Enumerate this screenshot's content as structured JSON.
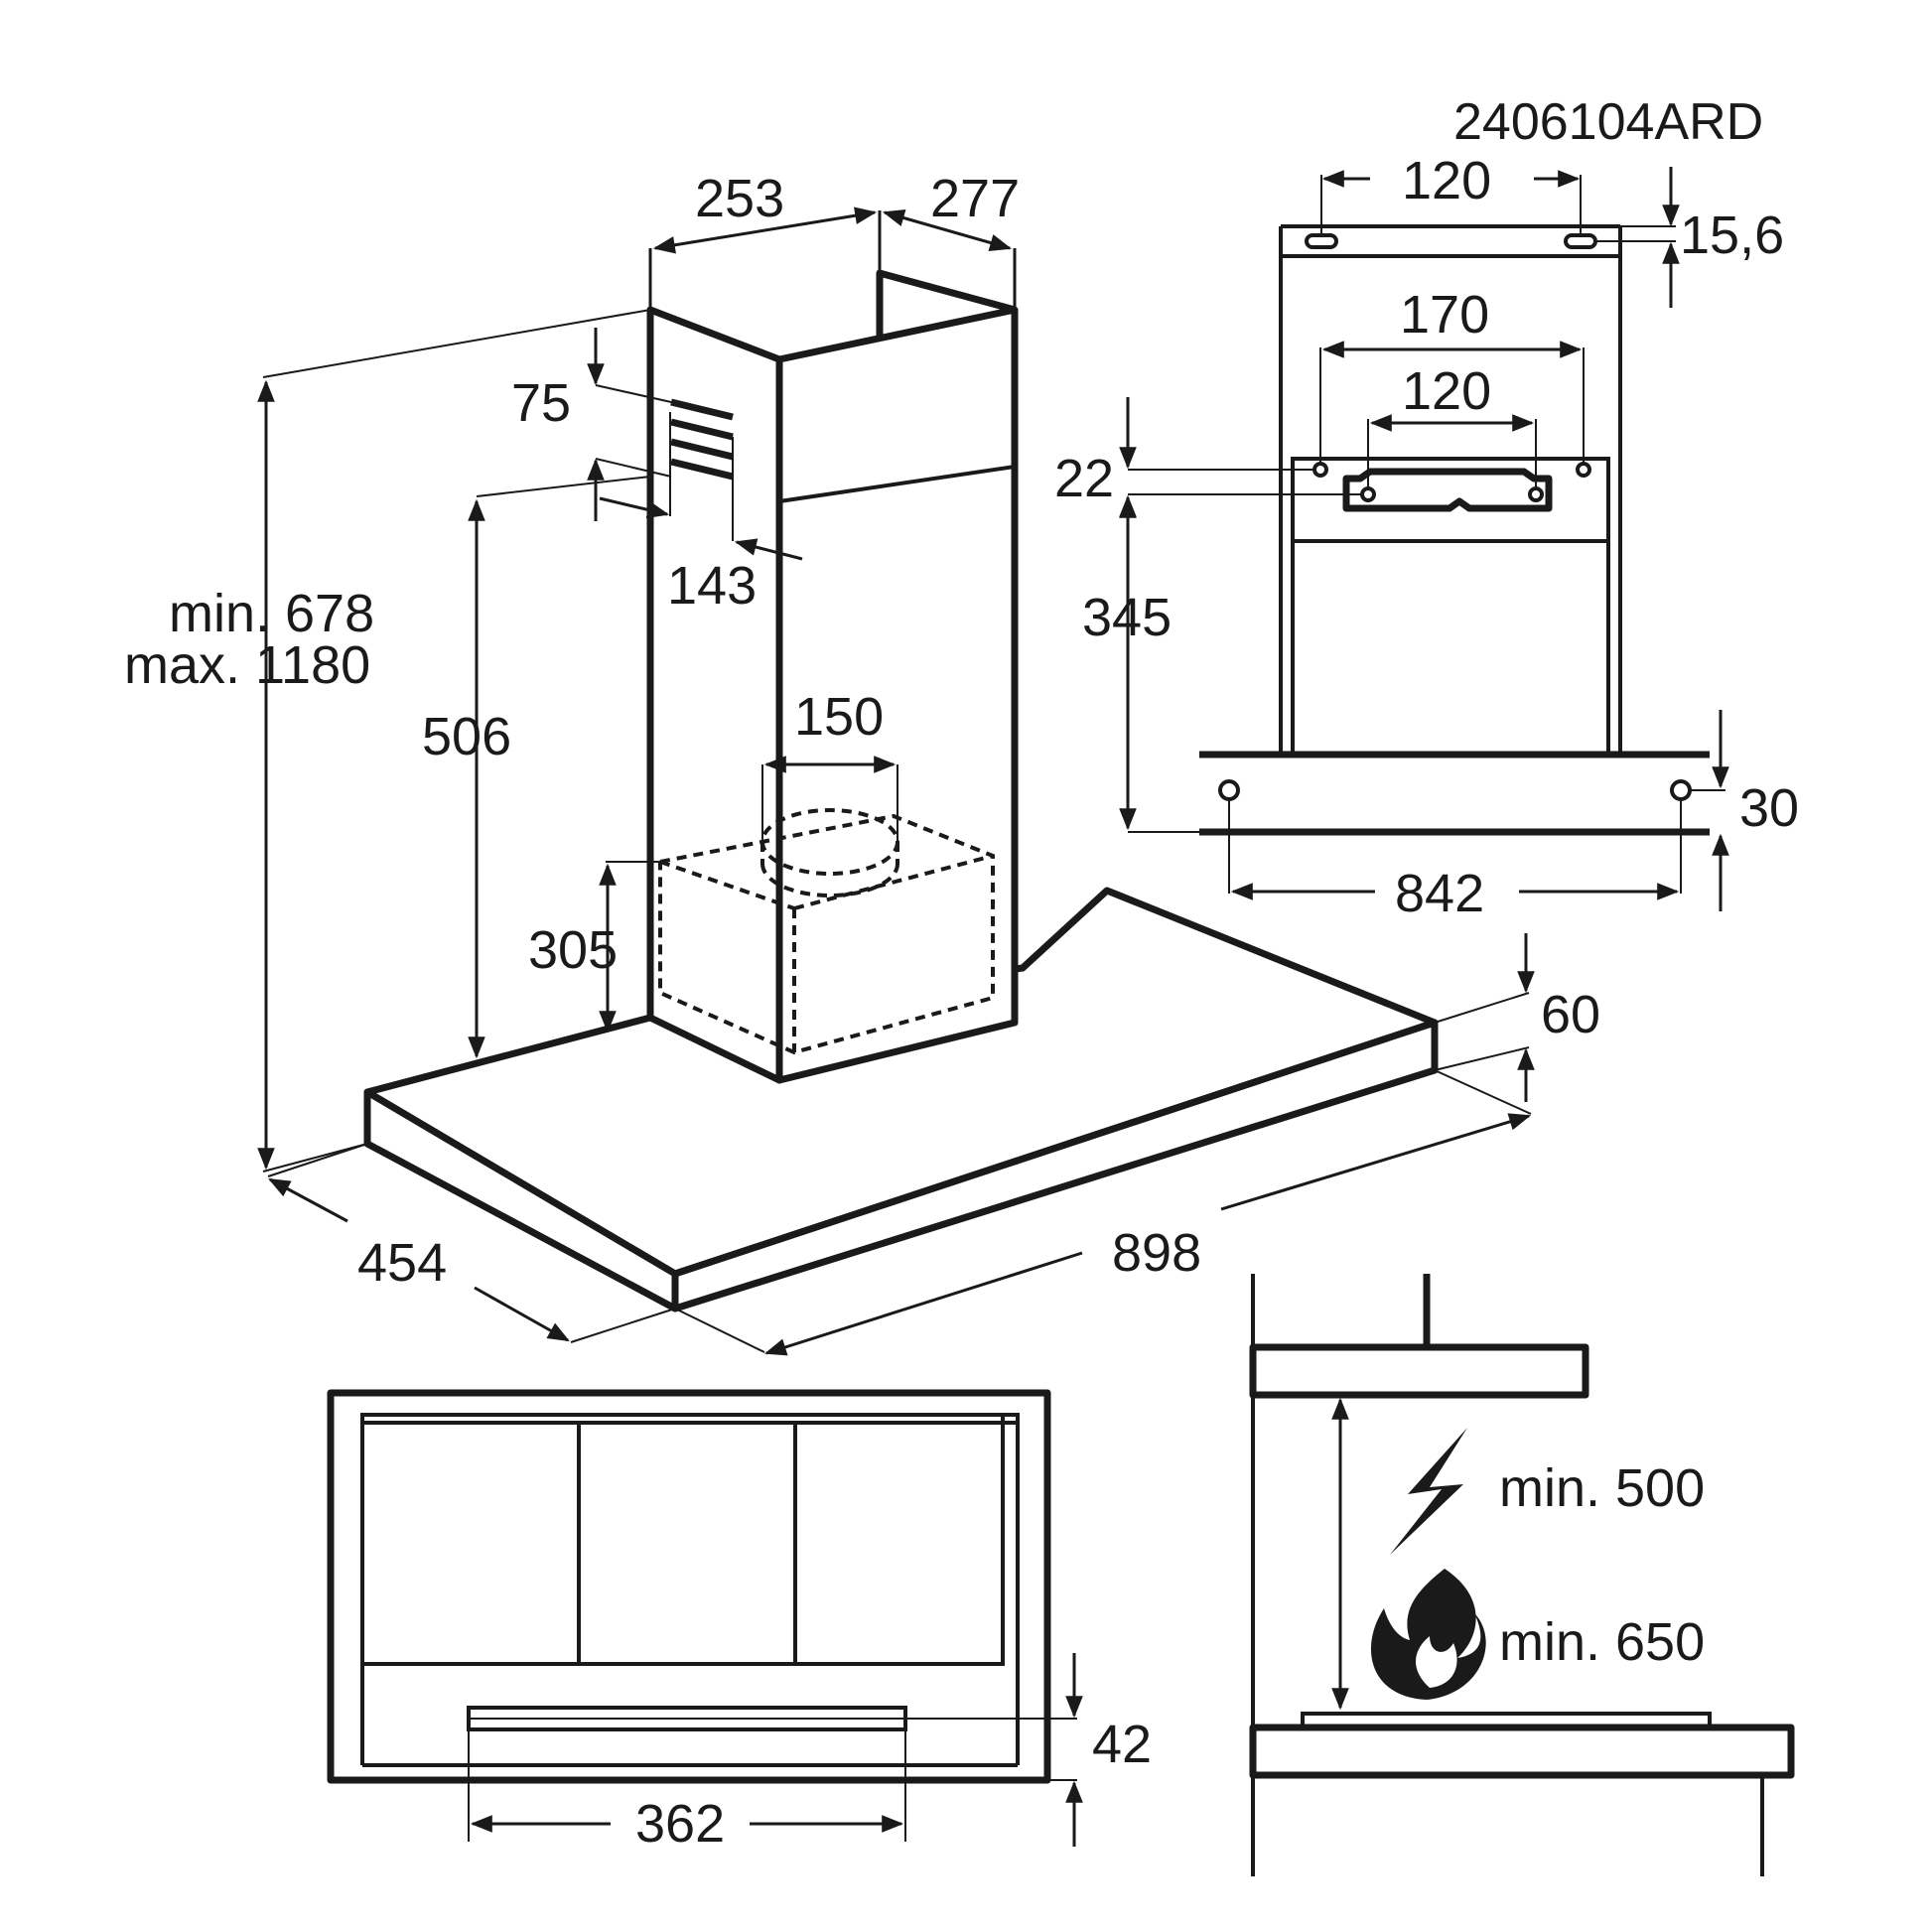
{
  "model_code": "2406104ARD",
  "perspective_view": {
    "chimney_width": "253",
    "chimney_depth": "277",
    "vent_offset": "75",
    "vent_width": "143",
    "height_range_min": "min. 678",
    "height_range_max": "max. 1180",
    "inner_height": "506",
    "outlet_diameter": "150",
    "box_height": "305",
    "canopy_thickness": "60",
    "canopy_depth": "454",
    "canopy_width": "898"
  },
  "bracket_view": {
    "top_slot_spacing": "120",
    "top_offset": "15,6",
    "outer_hole_spacing": "170",
    "inner_hole_spacing": "120",
    "hole_offset": "22",
    "bracket_height": "345",
    "rail_offset": "30",
    "rail_hole_spacing": "842"
  },
  "bottom_view": {
    "light_strip_height": "42",
    "light_strip_width": "362"
  },
  "clearance_view": {
    "electric_min": "min. 500",
    "gas_min": "min. 650",
    "electric_icon": "lightning-bolt-icon",
    "gas_icon": "flame-icon"
  }
}
